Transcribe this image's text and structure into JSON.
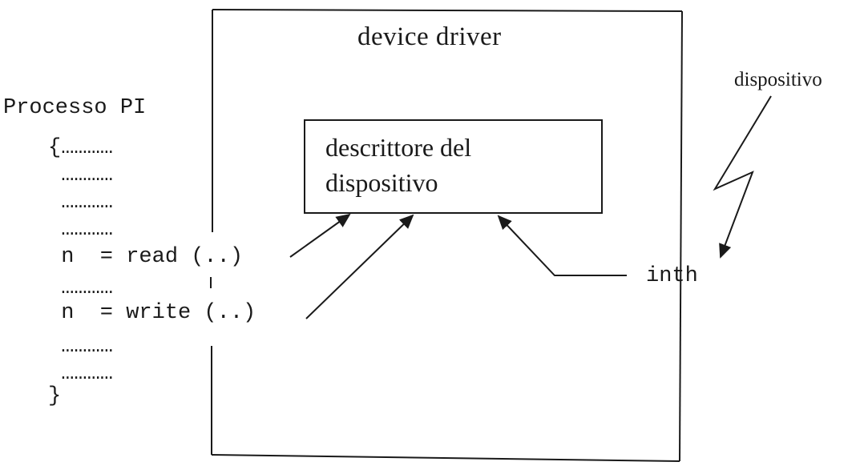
{
  "driver": {
    "title": "device driver"
  },
  "descriptor": {
    "line1": "descrittore del",
    "line2": "dispositivo"
  },
  "device": {
    "label": "dispositivo"
  },
  "process": {
    "title": "Processo PI",
    "lines": [
      "{…………",
      " …………",
      " …………",
      " …………",
      " n  = read (..)",
      " …………",
      " n  = write (..)",
      " …………",
      " …………",
      "}"
    ]
  },
  "handler": {
    "label": "inth"
  }
}
